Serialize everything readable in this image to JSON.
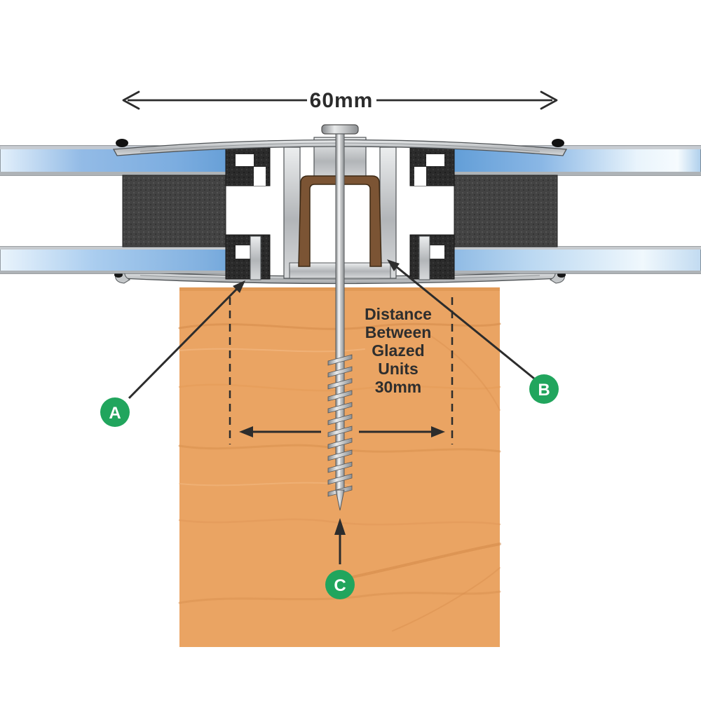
{
  "diagram": {
    "description": "Cross-section of a glazing bar fixed to a timber rafter clamping two double-glazed units",
    "top_dimension": {
      "label": "60mm"
    },
    "distance_annotation": {
      "lines": [
        "Distance",
        "Between",
        "Glazed",
        "Units",
        "30mm"
      ],
      "full_text": "Distance Between Glazed Units 30mm"
    },
    "callouts": [
      {
        "id": "A",
        "label": "A",
        "points_to": "bottom-gasket"
      },
      {
        "id": "B",
        "label": "B",
        "points_to": "thermal-break-gasket"
      },
      {
        "id": "C",
        "label": "C",
        "points_to": "fixing-screw-tip"
      }
    ]
  },
  "colors": {
    "callout_green": "#21a55d",
    "wood": "#eaa463",
    "wood_grain": "#d78f4f",
    "glass_blue": "#5e9bd4",
    "aluminium": "#c9cccf",
    "gasket_black": "#2d2d2d",
    "thermal_break_brown": "#7b5434",
    "annotation_dark": "#2c2c2c"
  }
}
